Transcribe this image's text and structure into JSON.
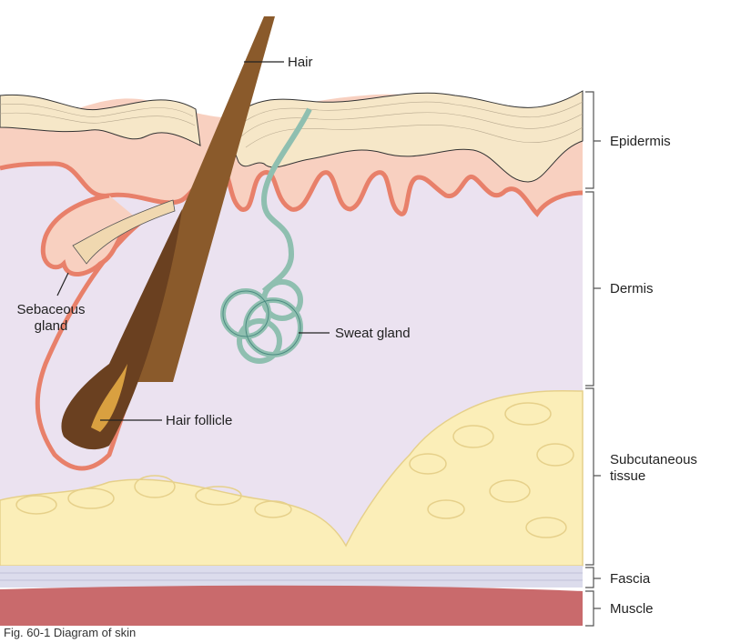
{
  "labels": {
    "hair": "Hair",
    "epidermis": "Epidermis",
    "dermis": "Dermis",
    "sebaceous_gland": "Sebaceous gland",
    "sweat_gland": "Sweat gland",
    "hair_follicle": "Hair follicle",
    "subcutaneous_tissue": "Subcutaneous tissue",
    "fascia": "Fascia",
    "muscle": "Muscle"
  },
  "caption": "Fig. 60-1  Diagram of skin",
  "colors": {
    "stratum": "#f6e7c8",
    "epidermis_base": "#f8d0c0",
    "basement": "#e8806a",
    "dermis": "#ebe2f0",
    "fat": "#fbeeb8",
    "fascia": "#dcdcec",
    "muscle": "#c96a6c",
    "hair": "#8a5a2b",
    "sweat_gland": "#8fbfb0"
  }
}
